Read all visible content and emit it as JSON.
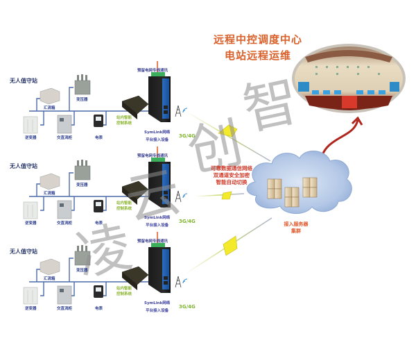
{
  "header": {
    "title_line1": "远程中控调度中心",
    "title_line2": "电站远程运维"
  },
  "control_center": {
    "description": "control-room-photo"
  },
  "stations": [
    {
      "name": "无人值守站",
      "devices": {
        "combiner_box": "汇流箱",
        "transformer": "变压器",
        "inverter": "逆变器",
        "ac_dc_cabinet": "交直流柜",
        "meter": "电表"
      },
      "controller": {
        "line1": "站内智能",
        "line2": "控制系统"
      },
      "gateway": {
        "top": "预留电网专线通讯",
        "line1": "SymLink网络",
        "line2": "平台接入设备",
        "network": "3G/4G"
      }
    },
    {
      "name": "无人值守站",
      "devices": {
        "combiner_box": "汇流箱",
        "transformer": "变压器",
        "inverter": "逆变器",
        "ac_dc_cabinet": "交直流柜",
        "meter": "电表"
      },
      "controller": {
        "line1": "站内智能",
        "line2": "控制系统"
      },
      "gateway": {
        "top": "预留电网专线通讯",
        "line1": "SymLink网络",
        "line2": "平台接入设备",
        "network": "3G/4G"
      }
    },
    {
      "name": "无人值守站",
      "devices": {
        "combiner_box": "汇流箱",
        "transformer": "变压器",
        "inverter": "逆变器",
        "ac_dc_cabinet": "交直流柜",
        "meter": "电表"
      },
      "controller": {
        "line1": "站内智能",
        "line2": "控制系统"
      },
      "gateway": {
        "top": "预留电网专线通讯",
        "line1": "SymLink网络",
        "line2": "平台接入设备",
        "network": "3G/4G"
      }
    }
  ],
  "network_features": {
    "line1": "可靠数据通信网络",
    "line2": "双通道安全加密",
    "line3": "智能自动切换"
  },
  "server_cluster": {
    "line1": "接入服务器",
    "line2": "集群"
  },
  "watermark": {
    "chars": [
      "凌",
      "云",
      "创",
      "智"
    ]
  },
  "colors": {
    "title": "#d9602a",
    "bus_line": "#4a6aa8",
    "device_label": "#2d3f8f",
    "controller_label": "#8bb531",
    "network_label": "#7fb42f",
    "feature_text": "#d03a2a",
    "arrow": "#b0261c",
    "lightning": "#f2ea2a",
    "cloud": "#a9bfe0"
  }
}
